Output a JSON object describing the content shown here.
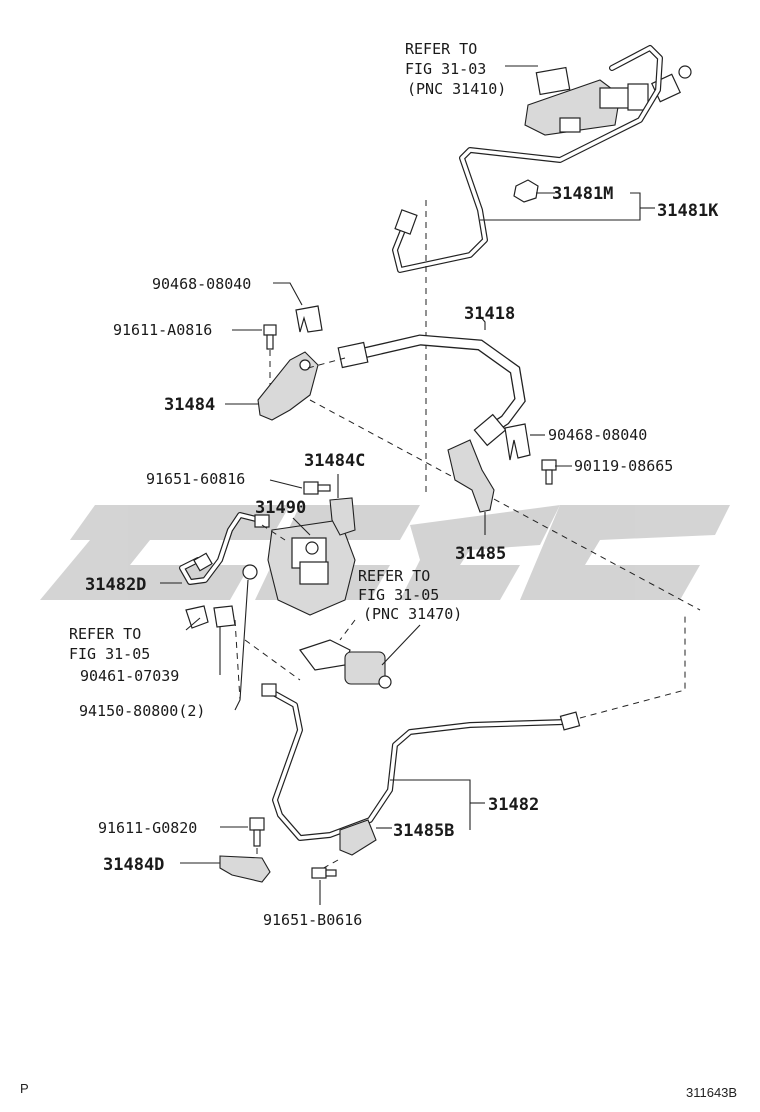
{
  "labels": {
    "ref_31_03_line1": "REFER TO",
    "ref_31_03_line2": "FIG 31-03",
    "ref_31_03_line3": "(PNC 31410)",
    "p31481M": "31481M",
    "p31481K": "31481K",
    "p90468_top": "90468-08040",
    "p91611_A0816": "91611-A0816",
    "p31418": "31418",
    "p31484": "31484",
    "p90468_right": "90468-08040",
    "p90119": "90119-08665",
    "p91651_60816": "91651-60816",
    "p31484C": "31484C",
    "p31490": "31490",
    "p31485": "31485",
    "ref_31_05a_line1": "REFER TO",
    "ref_31_05a_line2": "FIG 31-05",
    "ref_31_05a_line3": "(PNC 31470)",
    "p31482D": "31482D",
    "ref_31_05b_line1": "REFER TO",
    "ref_31_05b_line2": "FIG 31-05",
    "p90461": "90461-07039",
    "p94150": "94150-80800(2)",
    "p31482": "31482",
    "p91611_G0820": "91611-G0820",
    "p31485B": "31485B",
    "p31484D": "31484D",
    "p91651_B0616": "91651-B0616"
  },
  "footer": {
    "left_mark": "P",
    "figure_code": "311643B"
  },
  "watermark": {
    "color": "#cfcfcf"
  }
}
